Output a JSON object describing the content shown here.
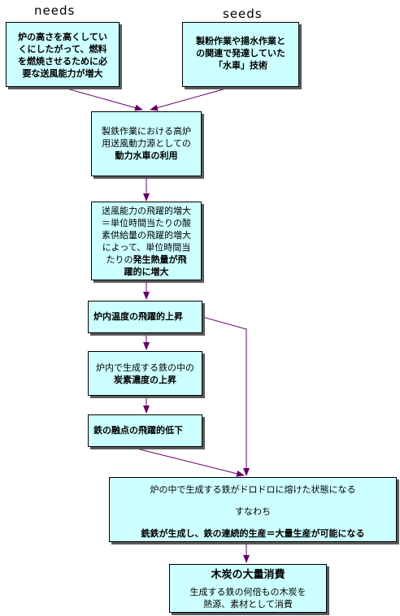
{
  "headers": {
    "needs": "needs",
    "seeds": "seeds"
  },
  "boxes": {
    "needs_box": [
      "炉の高さを高くしてい",
      "くにしたがって、燃料",
      "を燃焼させるために必",
      "要な送風能力が増大"
    ],
    "seeds_box": [
      "製粉作業や揚水作業と",
      "の関連で発達していた",
      "「水車」技術"
    ],
    "waterwheel": {
      "plain": [
        "製鉄作業における高炉",
        "用送風動力源としての"
      ],
      "bold": "動力水車の利用"
    },
    "blast": {
      "plain": [
        "送風能力の飛躍的増大",
        "＝単位時間当たりの酸",
        "素供給量の飛躍的増大",
        "によって、単位時間当",
        "たりの"
      ],
      "bold_inline": "発生熱量が飛",
      "bold": "躍的に増大"
    },
    "temp": "炉内温度の飛躍的上昇",
    "carbon": {
      "plain": "炉内で生成する鉄の中の",
      "bold": "炭素濃度の上昇"
    },
    "melting": "鉄の融点の飛躍的低下",
    "molten": {
      "line1": "炉の中で生成する鉄がドロドロに熔けた状態になる",
      "line2": "すなわち",
      "line3": "銑鉄が生成し、鉄の連続的生産＝大量生産が可能になる"
    },
    "charcoal": {
      "title": "木炭の大量消費",
      "line1": "生成する鉄の何倍もの木炭を",
      "line2": "熱源、素材として消費"
    }
  },
  "colors": {
    "box_fill": "#ccffff",
    "arrow": "#660066",
    "shadow": "#5a5a5a"
  }
}
